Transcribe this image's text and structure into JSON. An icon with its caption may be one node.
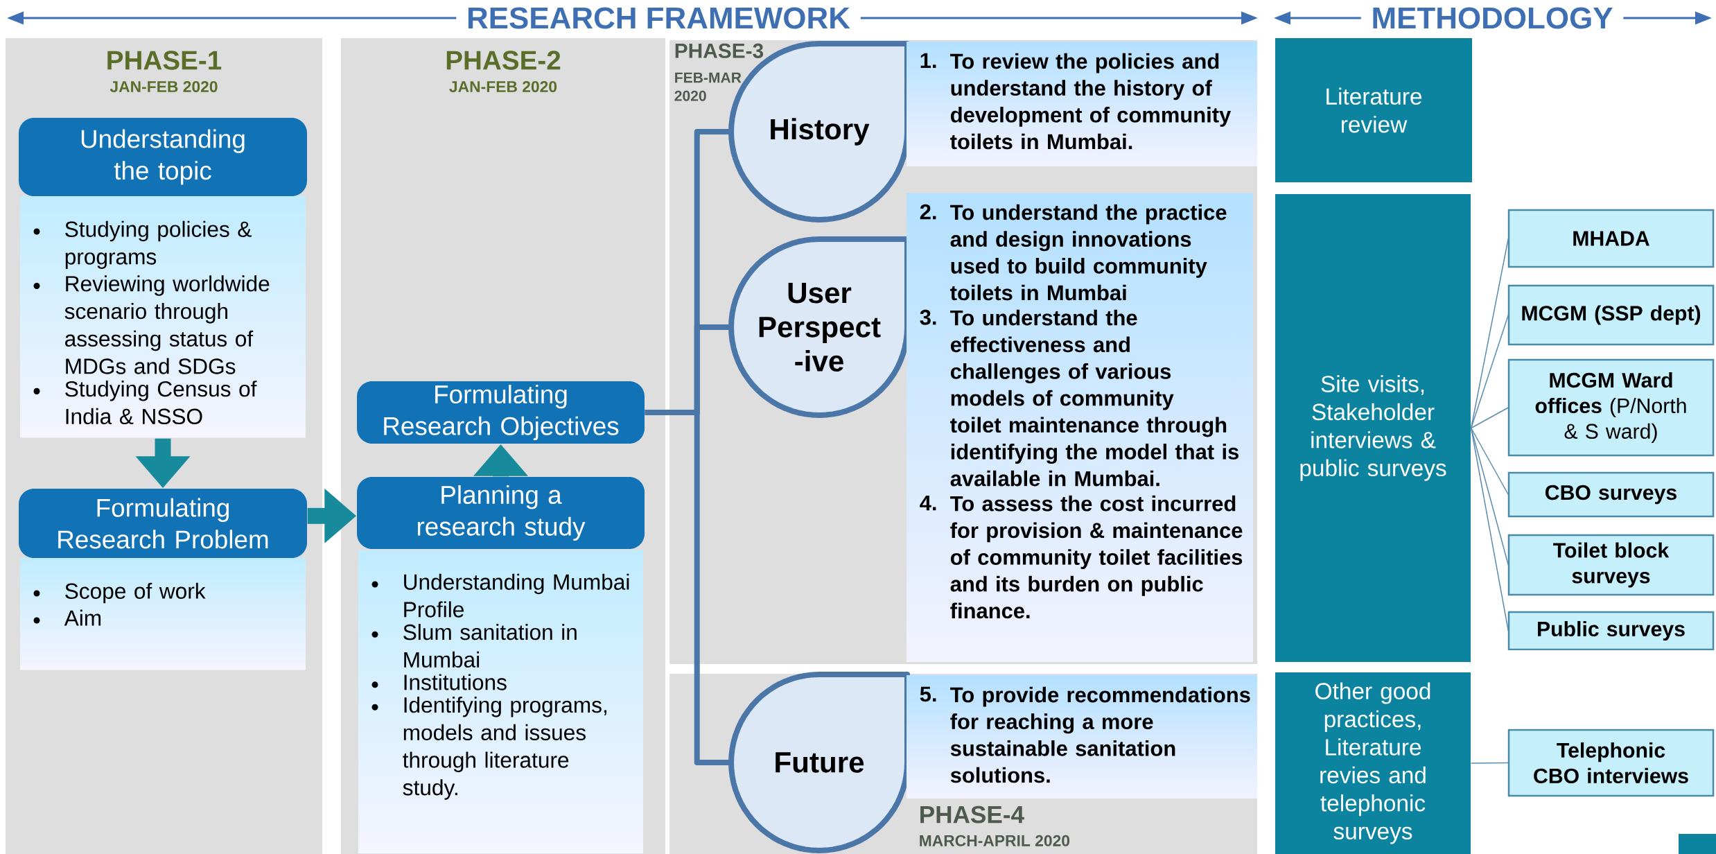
{
  "diagram": {
    "nodes": [
      {
        "text": [
          "PHASE-1",
          "JAN-FEB 2020"
        ]
      },
      {
        "text": [
          "Understanding the topic",
          "Studying policies & programs",
          "Reviewing worldwide scenario through assessing status of MDGs and SDGs",
          "Studying Census of India & NSSO"
        ],
        "in": 0
      },
      {
        "text": [
          "Formulating Research Problem",
          "Scope of work",
          "Aim"
        ],
        "in": 0
      },
      {
        "text": [
          "PHASE-2",
          "JAN-FEB 2020"
        ]
      },
      {
        "text": [
          "Formulating Research Objectives"
        ],
        "in": 3
      },
      {
        "text": [
          "Planning a research study",
          "Understanding Mumbai Profile",
          "Slum sanitation in Mumbai",
          "Institutions",
          "Identifying programs, models and issues through literature study."
        ],
        "in": 3
      },
      {
        "text": [
          "PHASE-3",
          "FEB-MAR 2020"
        ]
      },
      {
        "text": [
          "History"
        ],
        "in": 6
      },
      {
        "text": [
          "1.",
          "To review the policies and understand the history of development of community toilets in Mumbai."
        ],
        "in": 6
      },
      {
        "text": [
          "User Perspect -ive"
        ],
        "in": 6
      },
      {
        "text": [
          "2.",
          "To understand the practice and design innovations used to build community toilets in Mumbai",
          "3.",
          "To understand the effectiveness and challenges of various models of community toilet maintenance through identifying the model that is available in Mumbai.",
          "4.",
          "To assess the cost incurred for provision & maintenance of community toilet facilities and its burden on public finance."
        ],
        "in": 6
      },
      {
        "text": [
          "PHASE-4",
          "MARCH-APRIL 2020"
        ]
      },
      {
        "text": [
          "Future"
        ],
        "in": 11
      },
      {
        "text": [
          "5.",
          "To provide recommendations for reaching a more sustainable sanitation solutions."
        ],
        "in": 11
      },
      {
        "text": [
          "Literature review"
        ]
      },
      {
        "text": [
          "Site visits, Stakeholder interviews & public surveys"
        ]
      },
      {
        "text": [
          "Other good practices, Literature revies and telephonic surveys"
        ]
      },
      {
        "text": [
          "MHADA"
        ]
      },
      {
        "text": [
          "MCGM (SSP dept)"
        ]
      },
      {
        "text": [
          "**MCGM Ward offices** (P/North & S ward)"
        ]
      },
      {
        "text": [
          "CBO surveys"
        ]
      },
      {
        "text": [
          "Toilet block surveys"
        ]
      },
      {
        "text": [
          "Public surveys"
        ]
      },
      {
        "text": [
          "Telephonic CBO interviews"
        ]
      }
    ],
    "edges": [
      {
        "from": 1,
        "to": 2,
        "arrow": "to",
        "style": "thick",
        "color": "#178b9b"
      },
      {
        "from": 2,
        "to": 5,
        "arrow": "to",
        "style": "thick",
        "color": "#178b9b"
      },
      {
        "from": 5,
        "to": 4,
        "arrow": "to",
        "style": "thick",
        "color": "#178b9b"
      },
      {
        "from": 4,
        "to": 7,
        "arrow": "none",
        "style": "thick",
        "color": "#4a76a8"
      },
      {
        "from": 4,
        "to": 9,
        "arrow": "none",
        "style": "thick",
        "color": "#4a76a8"
      },
      {
        "from": 4,
        "to": 12,
        "arrow": "none",
        "style": "thick",
        "color": "#4a76a8"
      },
      {
        "from": 15,
        "to": 17,
        "arrow": "none"
      },
      {
        "from": 15,
        "to": 18,
        "arrow": "none"
      },
      {
        "from": 15,
        "to": 19,
        "arrow": "none"
      },
      {
        "from": 15,
        "to": 20,
        "arrow": "none"
      },
      {
        "from": 15,
        "to": 21,
        "arrow": "none"
      },
      {
        "from": 15,
        "to": 22,
        "arrow": "none"
      },
      {
        "from": 16,
        "to": 23,
        "arrow": "none"
      }
    ],
    "labels": [
      "RESEARCH FRAMEWORK",
      "METHODOLOGY"
    ]
  }
}
